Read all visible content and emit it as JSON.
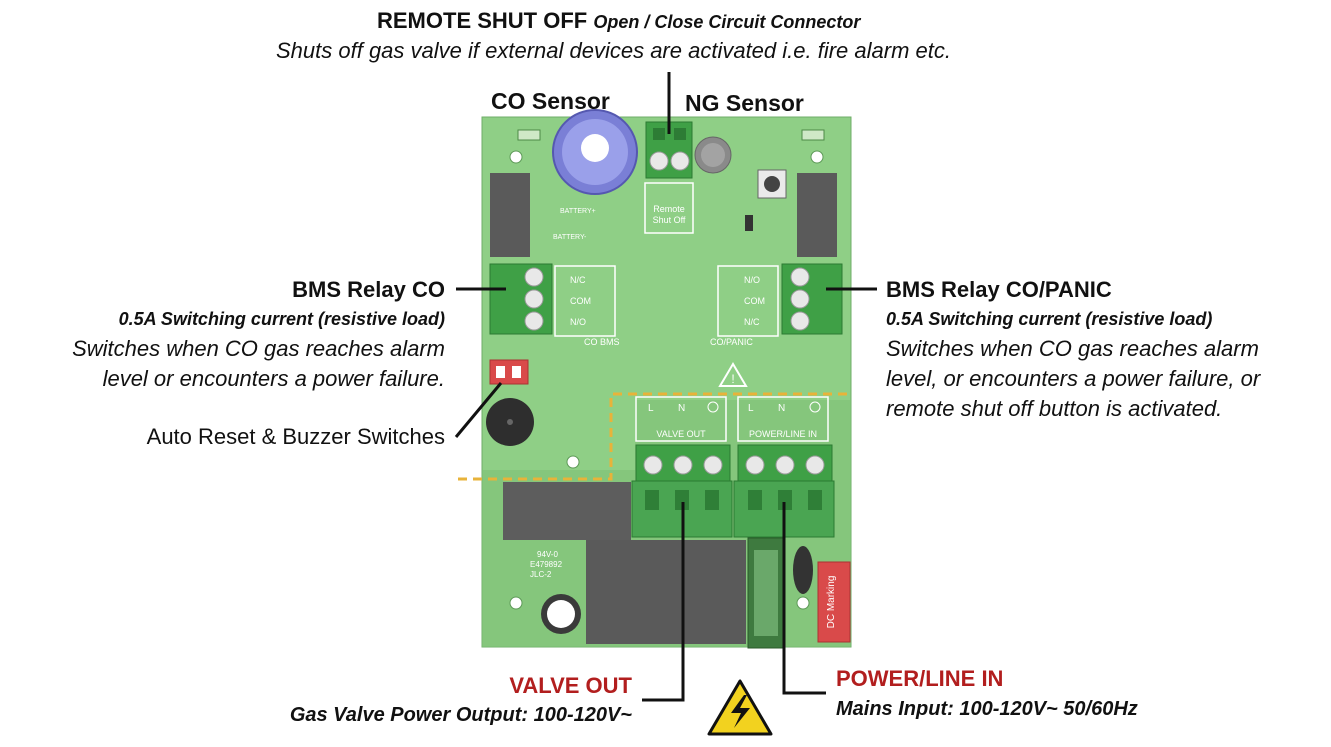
{
  "top": {
    "title": "REMOTE SHUT OFF",
    "title_suffix": "Open / Close Circuit Connector",
    "description": "Shuts off gas valve if external devices are activated i.e. fire alarm etc."
  },
  "sensors": {
    "co_label": "CO Sensor",
    "ng_label": "NG Sensor"
  },
  "left": {
    "relay_title": "BMS Relay CO",
    "relay_spec": "0.5A Switching current (resistive load)",
    "relay_desc_1": "Switches when CO gas reaches alarm",
    "relay_desc_2": "level or encounters a power failure.",
    "switches_label": "Auto Reset & Buzzer Switches"
  },
  "right": {
    "relay_title": "BMS Relay CO/PANIC",
    "relay_spec": "0.5A Switching current (resistive load)",
    "relay_desc_1": "Switches when CO gas reaches alarm",
    "relay_desc_2": "level, or encounters a power failure, or",
    "relay_desc_3": "remote shut off button is activated."
  },
  "bottom": {
    "valve_title": "VALVE OUT",
    "valve_desc": "Gas Valve Power Output: 100-120V~",
    "power_title": "POWER/LINE IN",
    "power_desc": "Mains Input: 100-120V~ 50/60Hz"
  },
  "board": {
    "nc": "N/C",
    "com": "COM",
    "no": "N/O",
    "co_bms": "CO BMS",
    "co_panic": "CO/PANIC",
    "valve_out": "VALVE OUT",
    "power_line_in": "POWER/LINE IN",
    "remote_1": "Remote",
    "remote_2": "Shut Off",
    "l": "L",
    "n": "N",
    "battery_pos": "BATTERY+",
    "battery_neg": "BATTERY-",
    "rating_1": "94V-0",
    "rating_2": "E479892",
    "rating_3": "JLC-2",
    "dc_marking": "DC Marking"
  },
  "colors": {
    "board": "#8fcf86",
    "terminal": "#3fa046",
    "label_red": "#b21e1e",
    "dash": "#e8b33a"
  }
}
